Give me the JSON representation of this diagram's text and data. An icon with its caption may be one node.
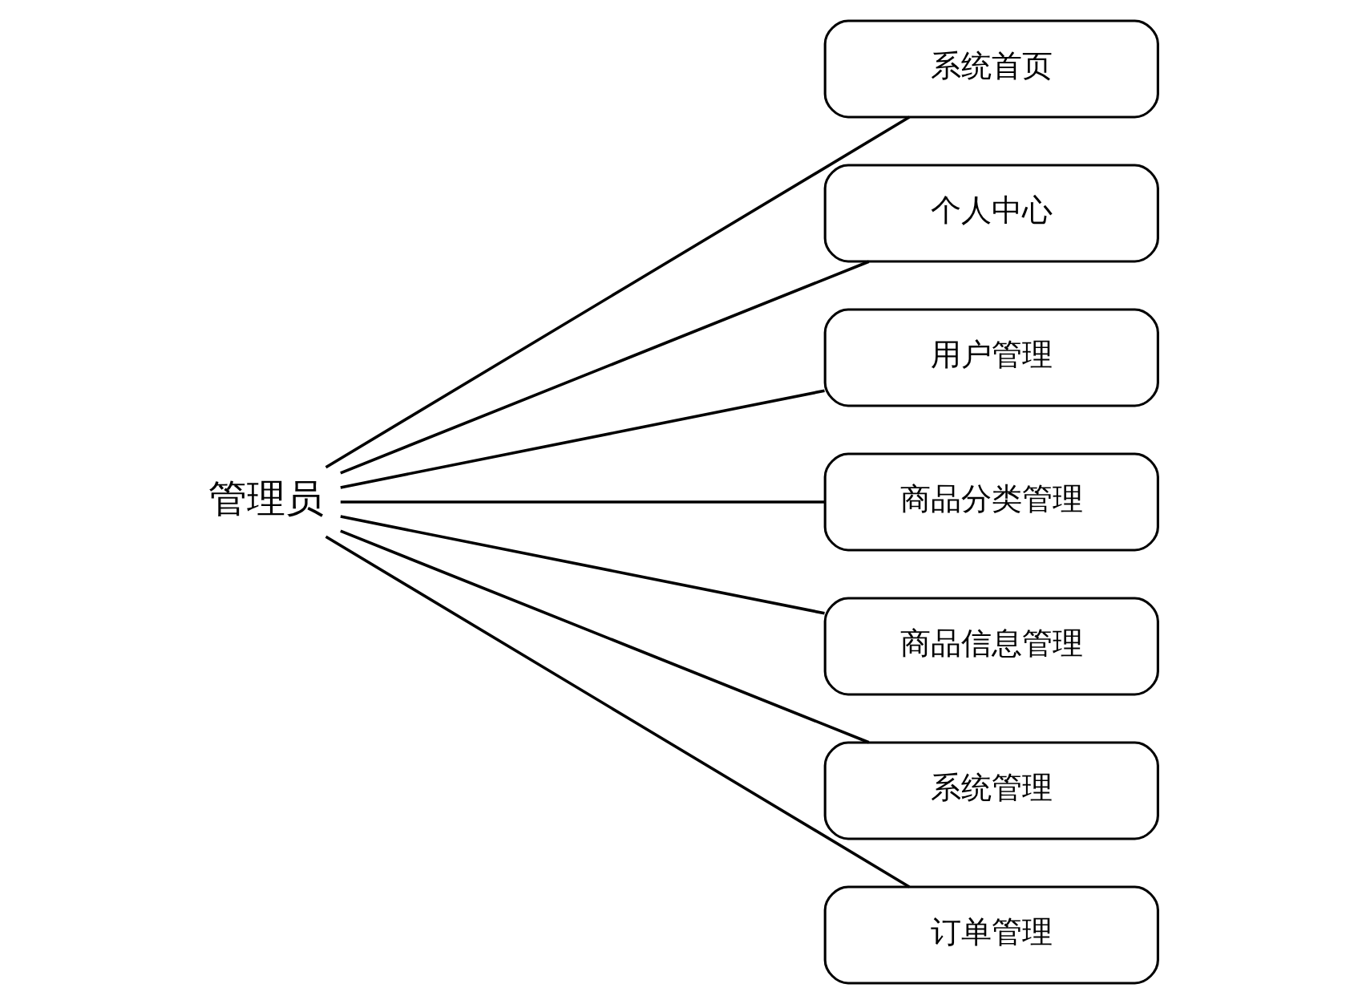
{
  "diagram": {
    "nodes": [
      {
        "text": [
          "管理员"
        ]
      },
      {
        "text": [
          "系统首页"
        ]
      },
      {
        "text": [
          "个人中心"
        ]
      },
      {
        "text": [
          "用户管理"
        ]
      },
      {
        "text": [
          "商品分类管理"
        ]
      },
      {
        "text": [
          "商品信息管理"
        ]
      },
      {
        "text": [
          "系统管理"
        ]
      },
      {
        "text": [
          "订单管理"
        ]
      }
    ],
    "edges": [
      {
        "from": 0,
        "to": 1,
        "arrow": "none"
      },
      {
        "from": 0,
        "to": 2,
        "arrow": "none"
      },
      {
        "from": 0,
        "to": 3,
        "arrow": "none"
      },
      {
        "from": 0,
        "to": 4,
        "arrow": "none"
      },
      {
        "from": 0,
        "to": 5,
        "arrow": "none"
      },
      {
        "from": 0,
        "to": 6,
        "arrow": "none"
      },
      {
        "from": 0,
        "to": 7,
        "arrow": "none"
      }
    ]
  }
}
